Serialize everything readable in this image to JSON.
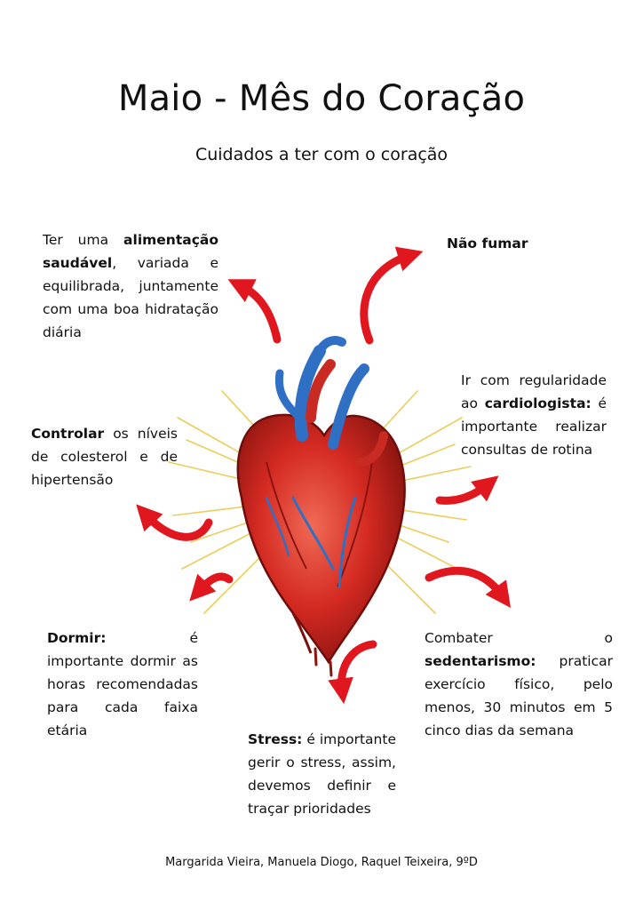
{
  "title": "Maio - Mês do Coração",
  "subtitle": "Cuidados a ter com o coração",
  "tips": {
    "alimentacao": {
      "t1": "Ter uma ",
      "b1": "alimentação saudável",
      "t2": ", variada e equilibrada, juntamente com uma boa hidratação diária"
    },
    "fumar": {
      "b1": "Não fumar"
    },
    "cardiologista": {
      "t1": "Ir com regularidade ao ",
      "b1": "cardiologista:",
      "t2": " é importante realizar consultas de rotina"
    },
    "colesterol": {
      "b1": "Controlar",
      "t1": " os níveis de colesterol e de hipertensão"
    },
    "dormir": {
      "b1": "Dormir:",
      "t1": " é importante dormir as horas recomendadas para cada faixa etária"
    },
    "sedentarismo": {
      "t1": "Combater o ",
      "b1": "sedentarismo:",
      "t2": " praticar exercício físico, pelo menos, 30 minutos em 5 cinco dias da semana"
    },
    "stress": {
      "b1": "Stress:",
      "t1": " é importante gerir o stress, assim, devemos definir e traçar prioridades"
    }
  },
  "footer": "Margarida Vieira, Manuela Diogo, Raquel Teixeira, 9ºD",
  "colors": {
    "arrow": "#e0171e",
    "heart_red": "#d42a22",
    "heart_dark": "#8c1410",
    "vessel_blue": "#2f6fc4",
    "rays": "#e8c84a"
  }
}
